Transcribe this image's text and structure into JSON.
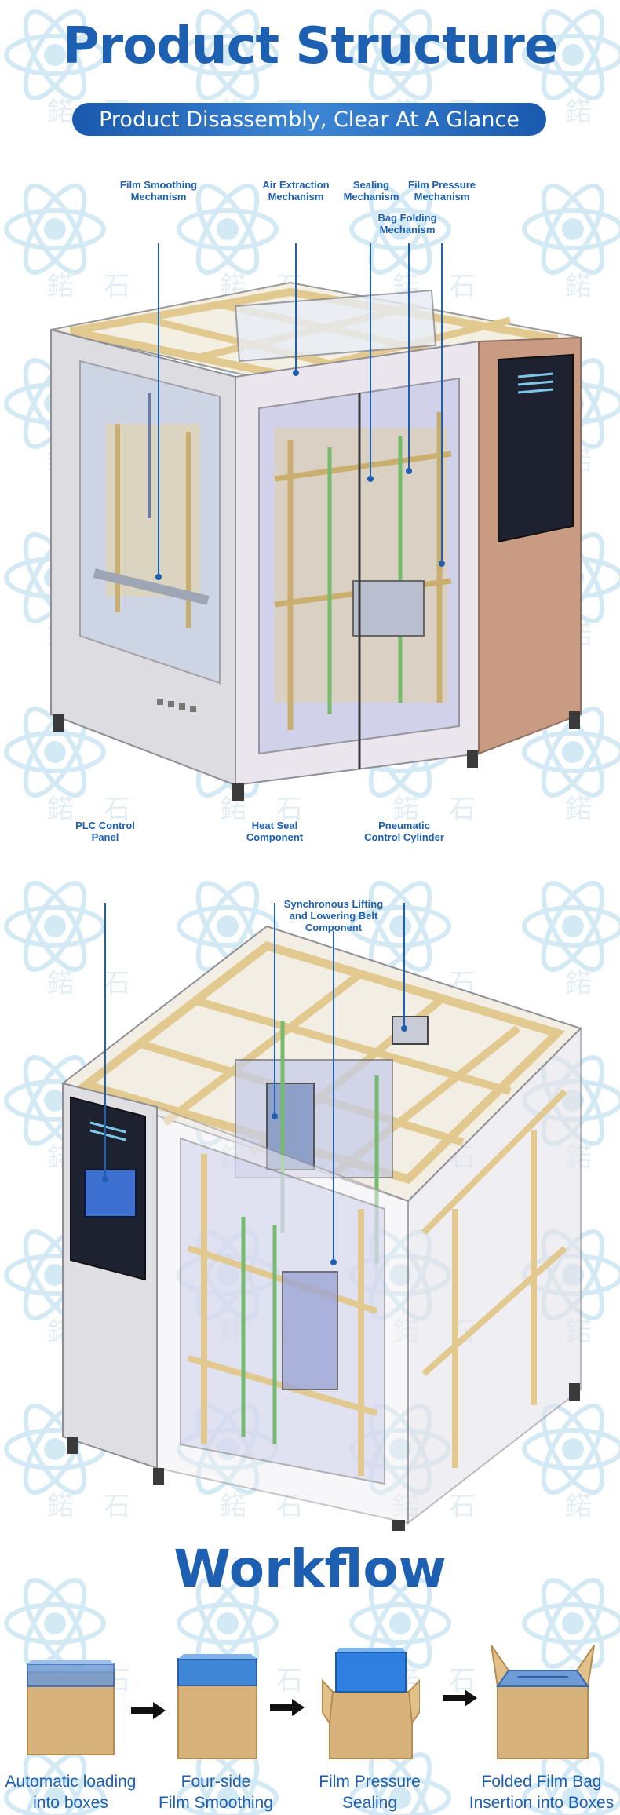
{
  "header": {
    "title": "Product Structure",
    "subtitle": "Product Disassembly, Clear At A Glance"
  },
  "machine_top": {
    "callouts": [
      {
        "line1": "Film Smoothing",
        "line2": "Mechanism"
      },
      {
        "line1": "Air Extraction",
        "line2": "Mechanism"
      },
      {
        "line1": "Sealing",
        "line2": "Mechanism"
      },
      {
        "line1": "Film Pressure",
        "line2": "Mechanism"
      },
      {
        "line1": "Bag Folding",
        "line2": "Mechanism"
      }
    ]
  },
  "machine_bottom": {
    "callouts": [
      {
        "line1": "PLC Control",
        "line2": "Panel"
      },
      {
        "line1": "Heat Seal",
        "line2": "Component"
      },
      {
        "line1": "Pneumatic",
        "line2": "Control Cylinder"
      },
      {
        "line1": "Synchronous Lifting",
        "line2": "and Lowering Belt",
        "line3": "Component"
      }
    ]
  },
  "workflow": {
    "title": "Workflow",
    "steps": [
      {
        "line1": "Automatic loading",
        "line2": "into boxes"
      },
      {
        "line1": "Four-side",
        "line2": "Film Smoothing"
      },
      {
        "line1": "Film Pressure",
        "line2": "Sealing"
      },
      {
        "line1": "Folded Film Bag",
        "line2": "Insertion into Boxes"
      }
    ]
  },
  "colors": {
    "brand_blue": "#1d5fb0",
    "frame_wood": "#e2c98f",
    "panel_grey": "#d9d9de",
    "box_kraft": "#d7b27a",
    "film_blue": "#3f86d6",
    "watermark": "#cfe6f2"
  }
}
